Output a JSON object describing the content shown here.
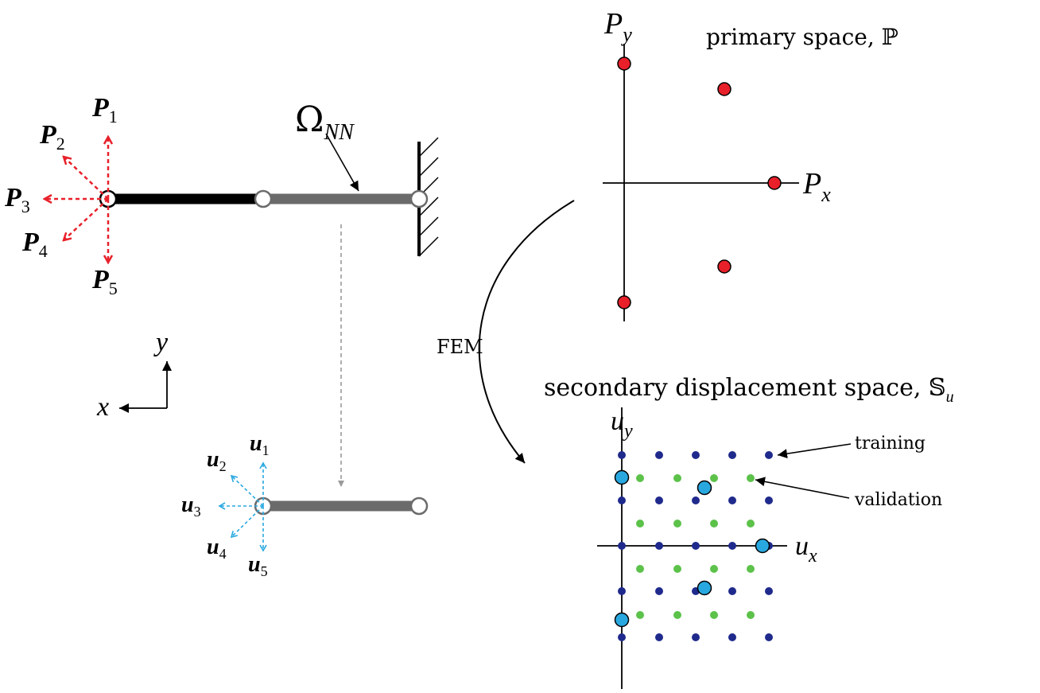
{
  "beam": {
    "omega_label": "Ω",
    "omega_sub": "NN",
    "forces": [
      {
        "sym": "P",
        "sub": "1"
      },
      {
        "sym": "P",
        "sub": "2"
      },
      {
        "sym": "P",
        "sub": "3"
      },
      {
        "sym": "P",
        "sub": "4"
      },
      {
        "sym": "P",
        "sub": "5"
      }
    ],
    "colors": {
      "force": "#e8202a",
      "displacement": "#29a8e0",
      "beam_dark": "#000000",
      "beam_gray": "#6b6b6b"
    }
  },
  "axes_label": {
    "x": "x",
    "y": "y"
  },
  "displacements": [
    {
      "sym": "u",
      "sub": "1"
    },
    {
      "sym": "u",
      "sub": "2"
    },
    {
      "sym": "u",
      "sub": "3"
    },
    {
      "sym": "u",
      "sub": "4"
    },
    {
      "sym": "u",
      "sub": "5"
    }
  ],
  "fem_label": "FEM",
  "primary": {
    "title": "primary space, ℙ",
    "x_sym": "P",
    "x_sub": "x",
    "y_sym": "P",
    "y_sub": "y",
    "point_color": "#e8202a"
  },
  "secondary": {
    "title": "secondary displacement space, 𝕊",
    "title_sub": "u",
    "x_sym": "u",
    "x_sub": "x",
    "y_sym": "u",
    "y_sub": "y",
    "training_label": "training",
    "validation_label": "validation",
    "colors": {
      "training": "#1f2a8c",
      "validation": "#5cc24a",
      "highlight": "#29a8e0"
    }
  }
}
